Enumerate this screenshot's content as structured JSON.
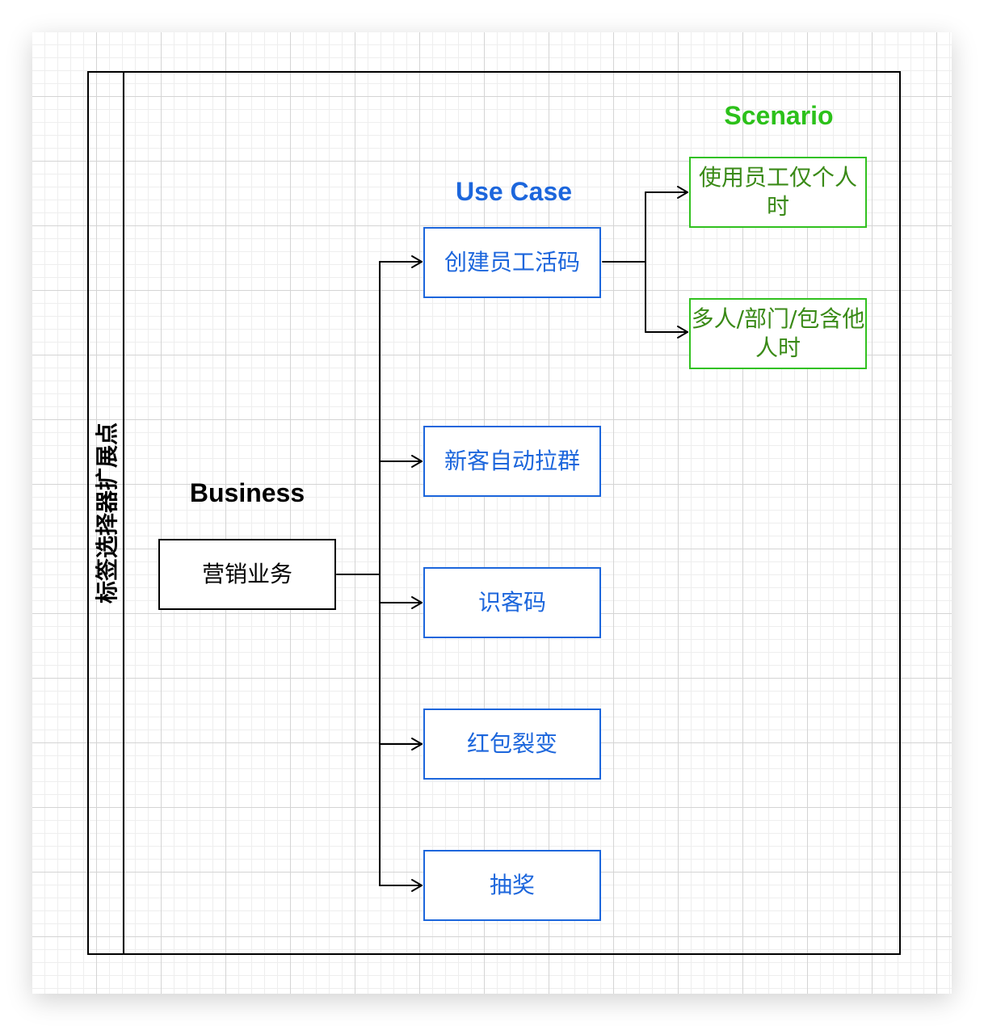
{
  "colors": {
    "line": "#000000",
    "usecase": "#1c66dc",
    "scenario_border": "#31c11f",
    "scenario_text": "#3a8a17",
    "scenario_heading": "#2cc11a"
  },
  "pool": {
    "title": "标签选择器扩展点"
  },
  "headings": {
    "business": "Business",
    "use_case": "Use Case",
    "scenario": "Scenario"
  },
  "business": {
    "label": "营销业务"
  },
  "use_cases": [
    {
      "label": "创建员工活码"
    },
    {
      "label": "新客自动拉群"
    },
    {
      "label": "识客码"
    },
    {
      "label": "红包裂变"
    },
    {
      "label": "抽奖"
    }
  ],
  "scenarios": [
    {
      "label": "使用员工仅个人时"
    },
    {
      "label": "多人/部门/包含他人时"
    }
  ]
}
